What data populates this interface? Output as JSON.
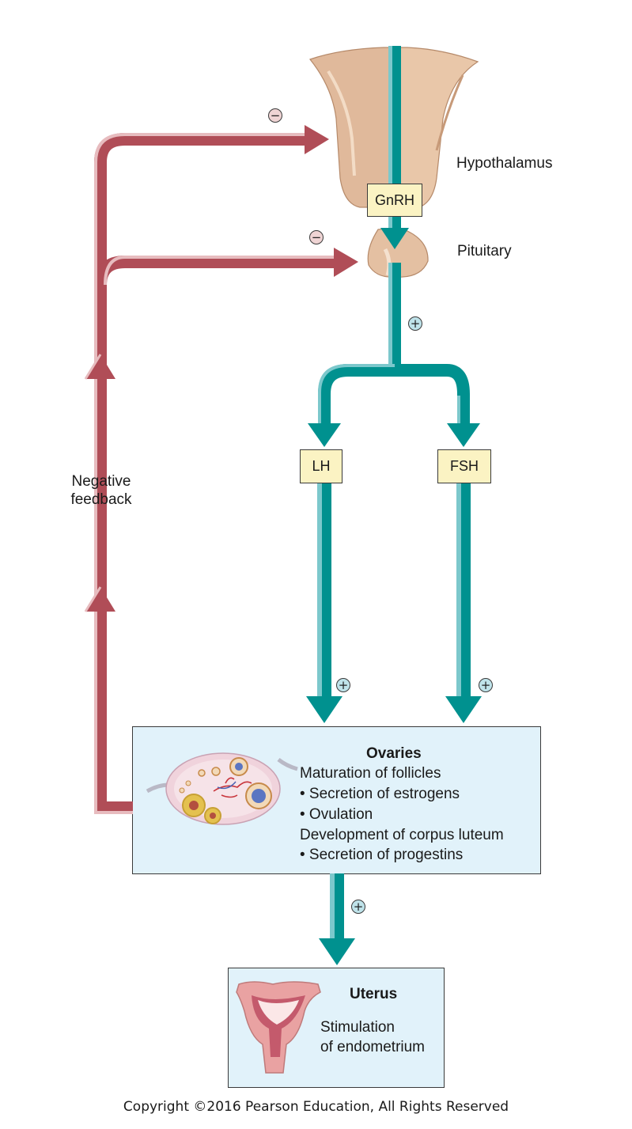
{
  "labels": {
    "hypothalamus": "Hypothalamus",
    "pituitary": "Pituitary",
    "negative_feedback": [
      "Negative",
      "feedback"
    ]
  },
  "hormones": {
    "gnrh": "GnRH",
    "lh": "LH",
    "fsh": "FSH"
  },
  "signs": {
    "negative": "−",
    "positive": "+"
  },
  "ovaries": {
    "title": "Ovaries",
    "lines": [
      "Maturation of follicles",
      "• Secretion of estrogens",
      "• Ovulation",
      "Development of corpus luteum",
      "• Secretion of progestins"
    ]
  },
  "uterus": {
    "title": "Uterus",
    "lines": [
      "Stimulation",
      "of endometrium"
    ]
  },
  "copyright": "Copyright ©2016 Pearson Education, All Rights Reserved",
  "colors": {
    "stimulation_arrow": "#00918f",
    "feedback_arrow": "#b04d57",
    "hormone_box": "#fbf3c3",
    "organ_box": "#e1f2fa"
  }
}
